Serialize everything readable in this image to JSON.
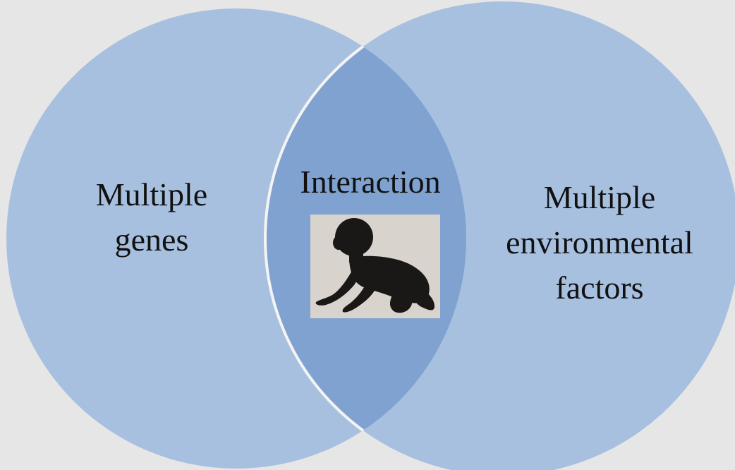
{
  "diagram": {
    "type": "venn",
    "left_set": {
      "lines": [
        "Multiple",
        "genes"
      ]
    },
    "intersection": {
      "label": "Interaction",
      "icon": "crawling-baby-icon"
    },
    "right_set": {
      "lines": [
        "Multiple",
        "environmental",
        "factors"
      ]
    },
    "colors": {
      "background": "#e6e6e6",
      "circle_fill": "#a8c0df",
      "overlap_fill": "#7fa2d0",
      "circle_edge": "#ffffff",
      "silhouette": "#1a1817",
      "image_background": "#d9d3cd"
    }
  }
}
